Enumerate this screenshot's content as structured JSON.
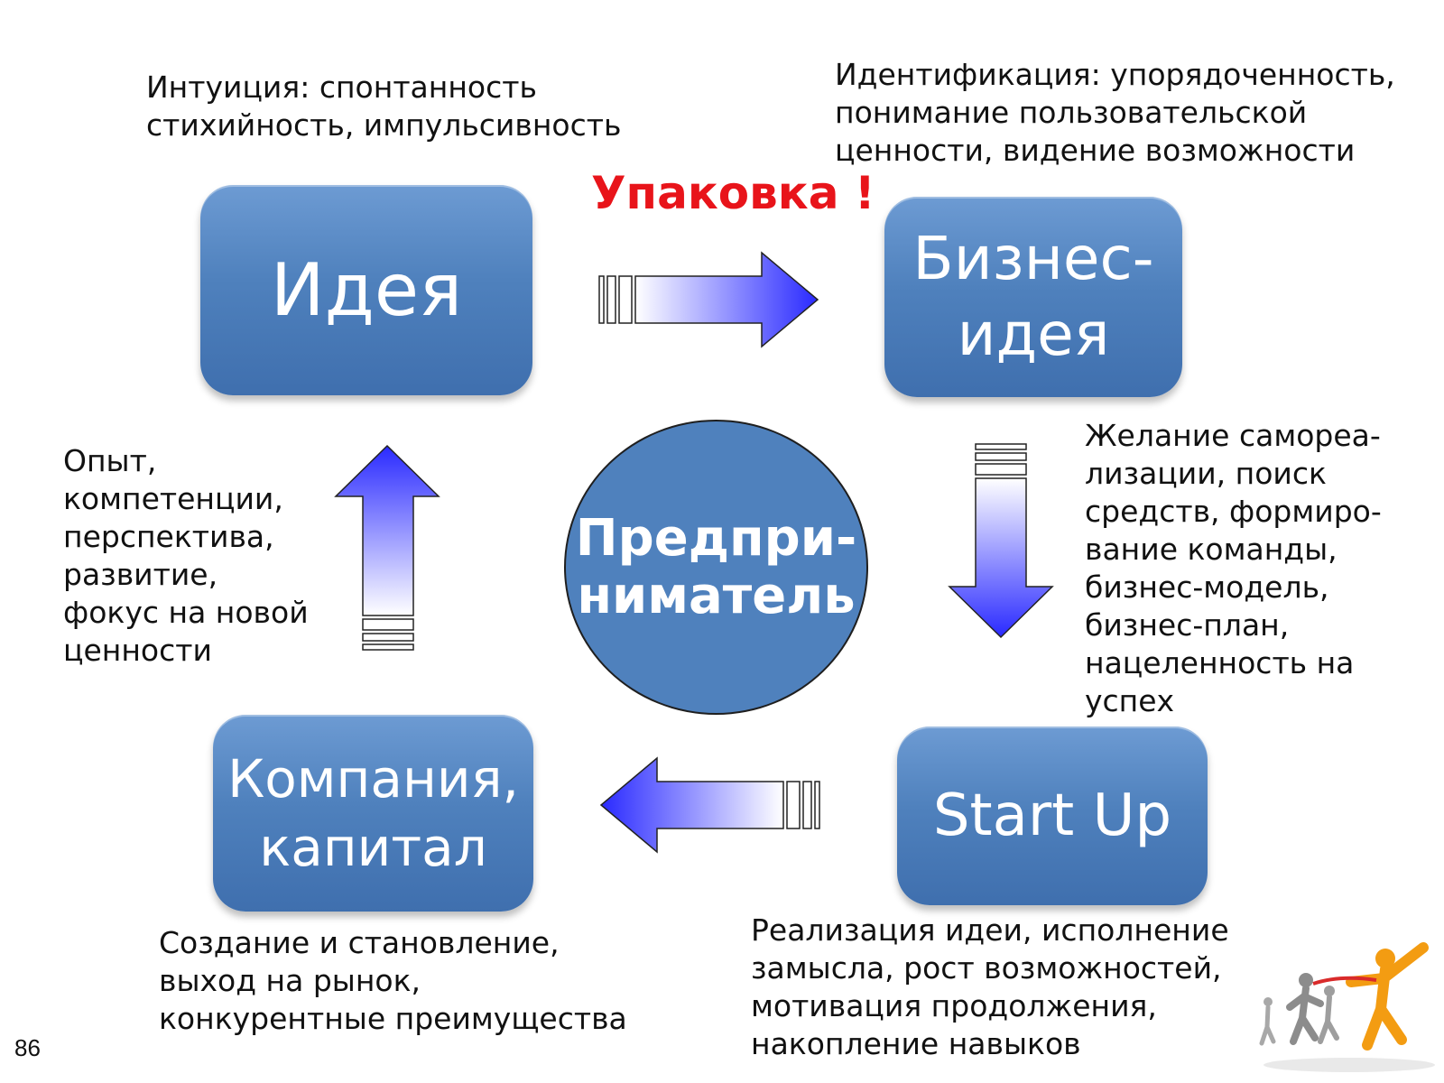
{
  "nodes": {
    "idea": "Идея",
    "business_idea": "Бизнес-\nидея",
    "startup": "Start Up",
    "company": "Компания,\nкапитал"
  },
  "center": {
    "label": "Предпри-\nниматель"
  },
  "packaging_label": "Упаковка !",
  "notes": {
    "intuition": "Интуиция: спонтанность\nстихийность, импульсивность",
    "identification": "Идентификация: упорядоченность,\nпонимание пользовательской\nценности, видение возможности",
    "desire": "Желание саморea-\nлизации, поиск\nсредств, формиро-\nвание команды,\nбизнес-модель,\nбизнес-план,\nнацеленность на\nуспех",
    "realization": "Реализация идеи, исполнение\nзамысла, рост возможностей,\nмотивация продолжения,\nнакопление навыков",
    "creation": "Создание и становление,\nвыход на рынок,\nконкурентные преимущества",
    "experience": "Опыт,\nкомпетенции,\nперспектива,\nразвитие,\nфокус на новой\nценности"
  },
  "page_number": "86",
  "colors": {
    "node_fill": "#4f81bd",
    "arrow_head": "#2a2aff",
    "accent_red": "#e8141a"
  }
}
